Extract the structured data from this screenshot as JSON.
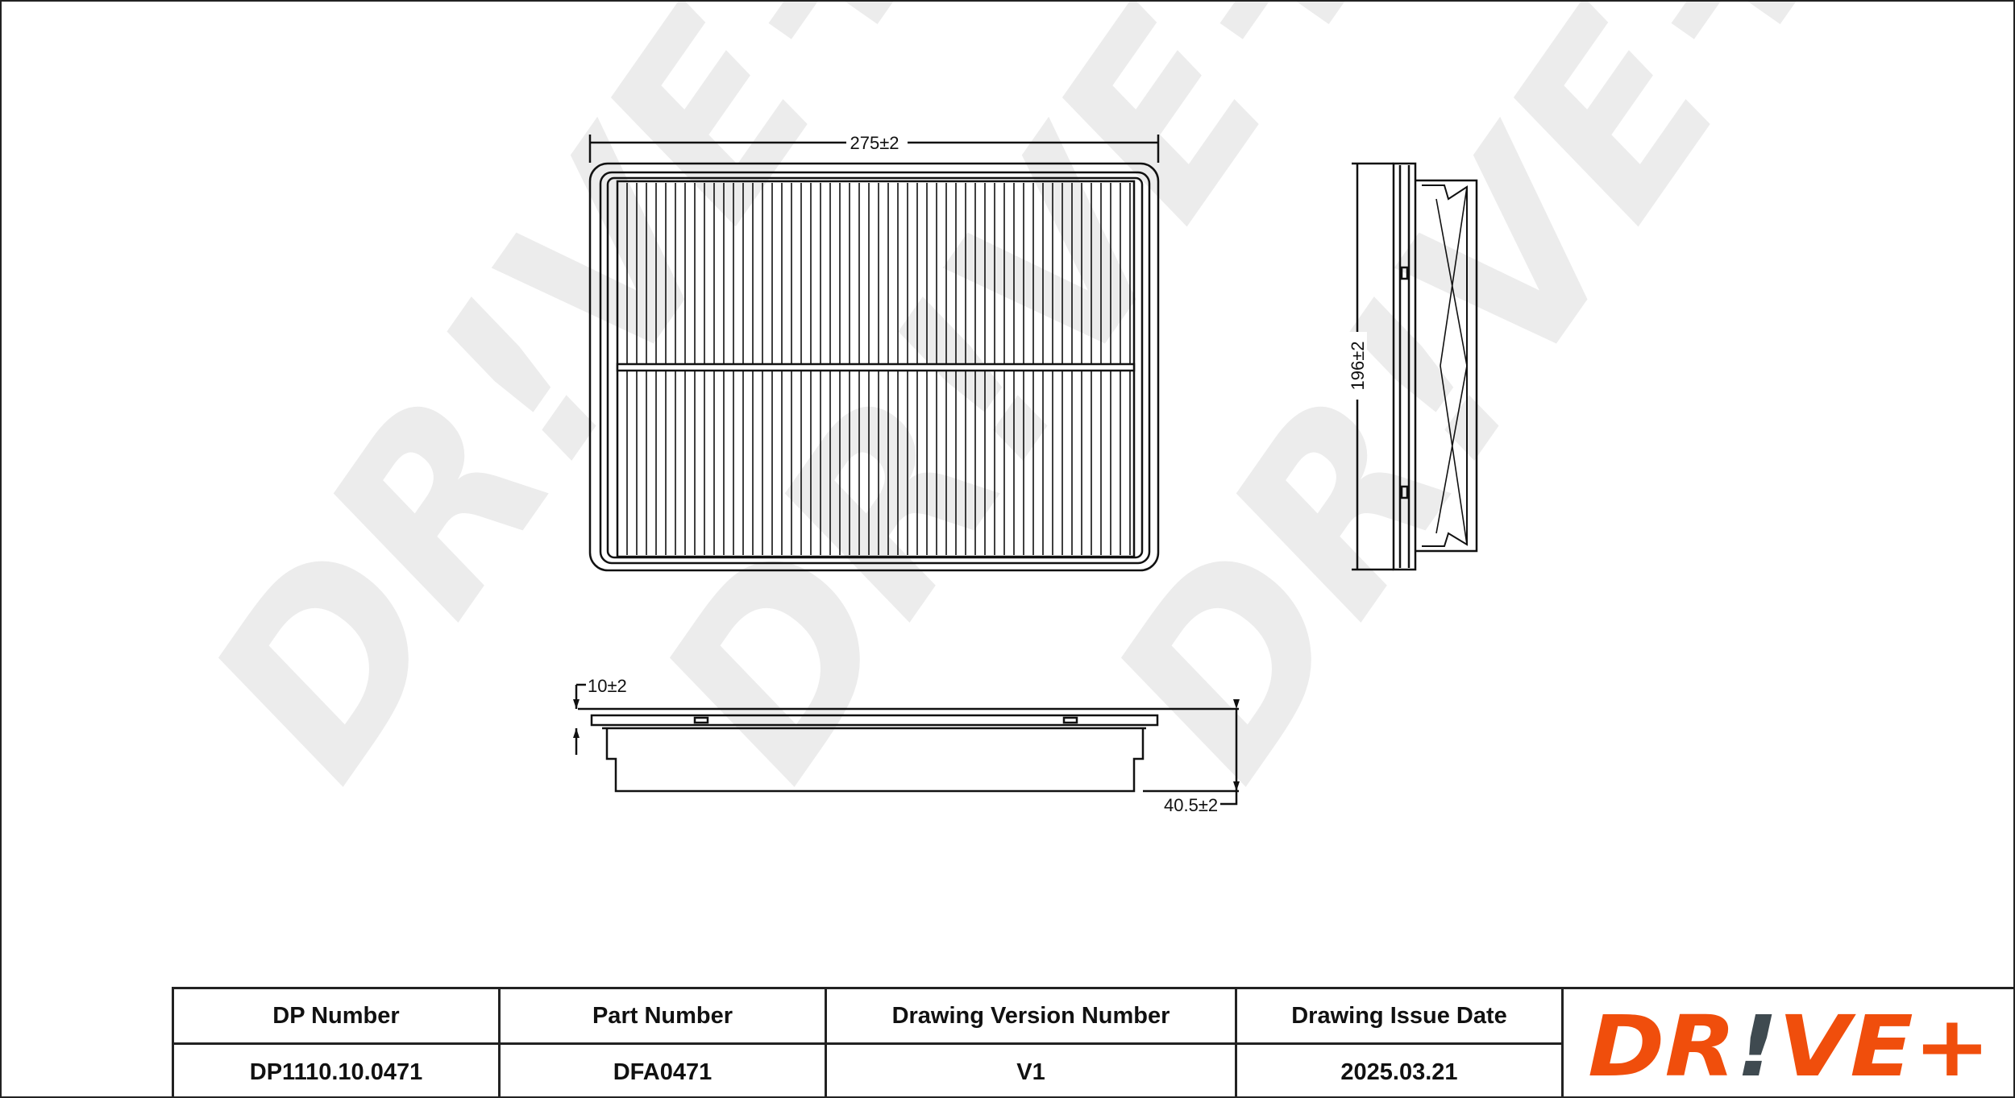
{
  "drawing": {
    "dimensions": {
      "width": "275±2",
      "height": "196±2",
      "flange": "10±2",
      "depth": "40.5±2"
    },
    "watermark": "DR!VE+"
  },
  "title_block": {
    "headers": [
      "DP Number",
      "Part Number",
      "Drawing Version Number",
      "Drawing Issue Date"
    ],
    "values": [
      "DP1110.10.0471",
      "DFA0471",
      "V1",
      "2025.03.21"
    ],
    "logo": "DR!VE+"
  },
  "colors": {
    "brand_orange": "#f04e0c",
    "brand_gray": "#3f4a50"
  }
}
